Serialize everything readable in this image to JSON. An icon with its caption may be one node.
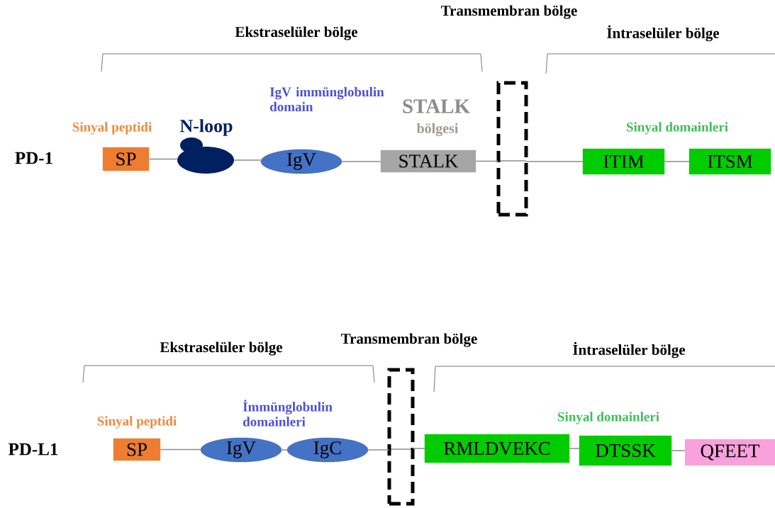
{
  "diagram": {
    "nodes": [
      {
        "text": [
          "SP"
        ],
        "beside": [
          "Sinyal peptidi"
        ]
      },
      {
        "text": [],
        "shape": "cloud",
        "beside": [
          "N-loop"
        ]
      },
      {
        "text": [
          "IgV"
        ],
        "beside": [
          "IgV immünglobulin domain"
        ]
      },
      {
        "text": [
          "STALK"
        ],
        "beside": [
          "STALK",
          "bölgesi"
        ]
      },
      {
        "text": [],
        "shape": "box"
      },
      {
        "text": [
          "ITIM"
        ]
      },
      {
        "text": [
          "ITSM"
        ]
      },
      {
        "text": [
          "SP"
        ],
        "beside": [
          "Sinyal peptidi"
        ]
      },
      {
        "text": [
          "IgV"
        ]
      },
      {
        "text": [
          "IgC"
        ]
      },
      {
        "text": [],
        "shape": "box"
      },
      {
        "text": [
          "RMLDVEKC"
        ]
      },
      {
        "text": [
          "DTSSK"
        ]
      },
      {
        "text": [
          "QFEET"
        ]
      }
    ],
    "edges": [
      {
        "from": 0,
        "to": 1,
        "arrow": "none"
      },
      {
        "from": 1,
        "to": 2,
        "arrow": "none"
      },
      {
        "from": 2,
        "to": 3,
        "arrow": "none"
      },
      {
        "from": 3,
        "to": 4,
        "arrow": "none"
      },
      {
        "from": 4,
        "to": 5,
        "arrow": "none"
      },
      {
        "from": 5,
        "to": 6,
        "arrow": "none"
      },
      {
        "from": 7,
        "to": 8,
        "arrow": "none"
      },
      {
        "from": 8,
        "to": 9,
        "arrow": "none"
      },
      {
        "from": 9,
        "to": 10,
        "arrow": "none"
      },
      {
        "from": 10,
        "to": 11,
        "arrow": "none"
      },
      {
        "from": 11,
        "to": 12,
        "arrow": "none"
      },
      {
        "from": 12,
        "to": 13,
        "arrow": "none"
      }
    ],
    "labels": [
      "Transmembran bölge",
      "Ekstraselüler bölge",
      "İntraselüler bölge",
      "PD-1",
      "Sinyal domainleri",
      "Transmembran bölge",
      "Ekstraselüler bölge",
      "İntraselüler bölge",
      "İmmünglobulin domainleri",
      "PD-L1",
      "Sinyal domainleri"
    ]
  }
}
